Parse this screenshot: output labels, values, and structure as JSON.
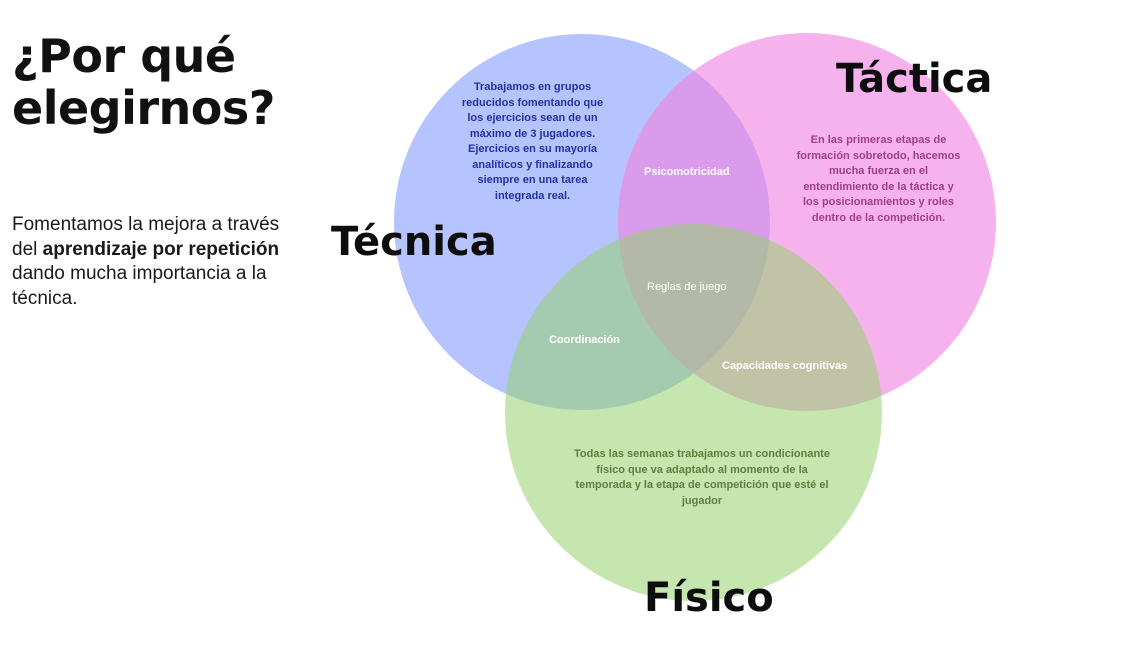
{
  "headline": "¿Por qué elegirnos?",
  "intro": {
    "part1": "Fomentamos la mejora a través del ",
    "bold1": "aprendizaje por repetición",
    "part2": " dando mucha importancia a la técnica."
  },
  "venn": {
    "circles": {
      "tecnica": {
        "title": "Técnica",
        "color": "#8098ff",
        "text": "Trabajamos en grupos reducidos fomentando que los ejercicios sean de un máximo de 3 jugadores. Ejercicios en su mayoría analíticos y finalizando siempre en una tarea integrada real."
      },
      "tactica": {
        "title": "Táctica",
        "color": "#f082e2",
        "text": "En las primeras etapas de formación sobretodo, hacemos mucha fuerza en el entendimiento de la táctica y los posicionamientos y roles dentro de la competición."
      },
      "fisico": {
        "title": "Físico",
        "color": "#96d26e",
        "text": "Todas las semanas trabajamos un condicionante físico que va adaptado al momento de la temporada y la etapa de competición que esté el jugador"
      }
    },
    "overlaps": {
      "tecnica_tactica": "Psicomotricidad",
      "center": "Reglas de juego",
      "tecnica_fisico": "Coordinación",
      "tactica_fisico": "Capacidades cognitivas"
    }
  }
}
